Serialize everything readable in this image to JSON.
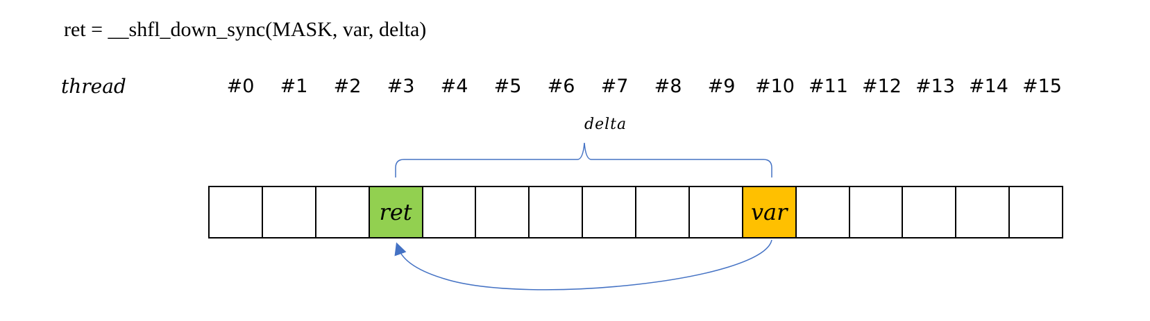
{
  "code": "ret = __shfl_down_sync(MASK, var, delta)",
  "thread_label": "thread",
  "thread_ids": [
    "#0",
    "#1",
    "#2",
    "#3",
    "#4",
    "#5",
    "#6",
    "#7",
    "#8",
    "#9",
    "#10",
    "#11",
    "#12",
    "#13",
    "#14",
    "#15"
  ],
  "delta_label": "delta",
  "cells": [
    {
      "text": "",
      "color": "#ffffff"
    },
    {
      "text": "",
      "color": "#ffffff"
    },
    {
      "text": "",
      "color": "#ffffff"
    },
    {
      "text": "ret",
      "color": "#92d050"
    },
    {
      "text": "",
      "color": "#ffffff"
    },
    {
      "text": "",
      "color": "#ffffff"
    },
    {
      "text": "",
      "color": "#ffffff"
    },
    {
      "text": "",
      "color": "#ffffff"
    },
    {
      "text": "",
      "color": "#ffffff"
    },
    {
      "text": "",
      "color": "#ffffff"
    },
    {
      "text": "var",
      "color": "#ffc000"
    },
    {
      "text": "",
      "color": "#ffffff"
    },
    {
      "text": "",
      "color": "#ffffff"
    },
    {
      "text": "",
      "color": "#ffffff"
    },
    {
      "text": "",
      "color": "#ffffff"
    },
    {
      "text": "",
      "color": "#ffffff"
    }
  ],
  "colors": {
    "arrow": "#4472c4",
    "cell_border": "#000000"
  }
}
